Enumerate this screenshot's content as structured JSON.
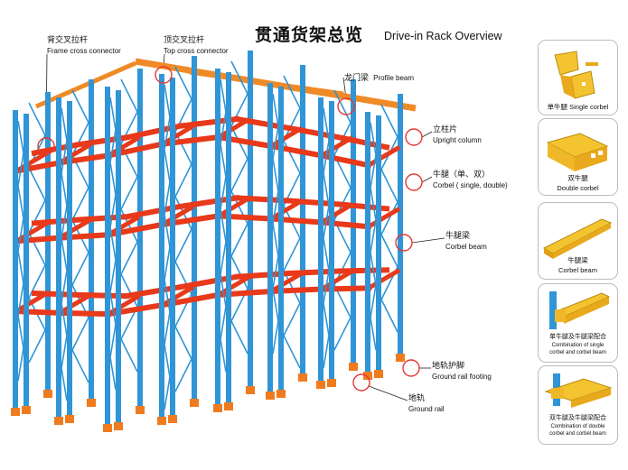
{
  "title": {
    "cn": "贯通货架总览",
    "en": "Drive-in Rack Overview"
  },
  "labels": {
    "frame_cross": {
      "cn": "背交叉拉杆",
      "en": "Frame cross connector"
    },
    "top_cross": {
      "cn": "顶交叉拉杆",
      "en": "Top cross connector"
    },
    "profile_beam": {
      "cn": "龙门梁",
      "en": "Profile beam"
    },
    "upright": {
      "cn": "立柱片",
      "en": "Upright column"
    },
    "corbel": {
      "cn": "牛腿（单、双）",
      "en": "Corbel ( single, double)"
    },
    "corbel_beam": {
      "cn": "牛腿梁",
      "en": "Corbel beam"
    },
    "rail_footing": {
      "cn": "地轨护脚",
      "en": "Ground rail footing"
    },
    "ground_rail": {
      "cn": "地轨",
      "en": "Ground rail"
    }
  },
  "cards": [
    {
      "cn": "单牛腿",
      "en": "Single corbel"
    },
    {
      "cn": "双牛腿",
      "en": "Double corbel"
    },
    {
      "cn": "牛腿梁",
      "en": "Corbel beam"
    },
    {
      "cn": "单牛腿及牛腿梁配合",
      "en1": "Combination of single",
      "en2": "corbel and corbel beam"
    },
    {
      "cn": "双牛腿及牛腿梁配合",
      "en1": "Combination of double",
      "en2": "corbel and corbel beam"
    }
  ],
  "colors": {
    "upright": "#2f95d6",
    "beam": "#e8391a",
    "profile_beam": "#f08a26",
    "footing": "#f07b1f",
    "card_part": "#f4c430",
    "callout": "#e53935"
  }
}
